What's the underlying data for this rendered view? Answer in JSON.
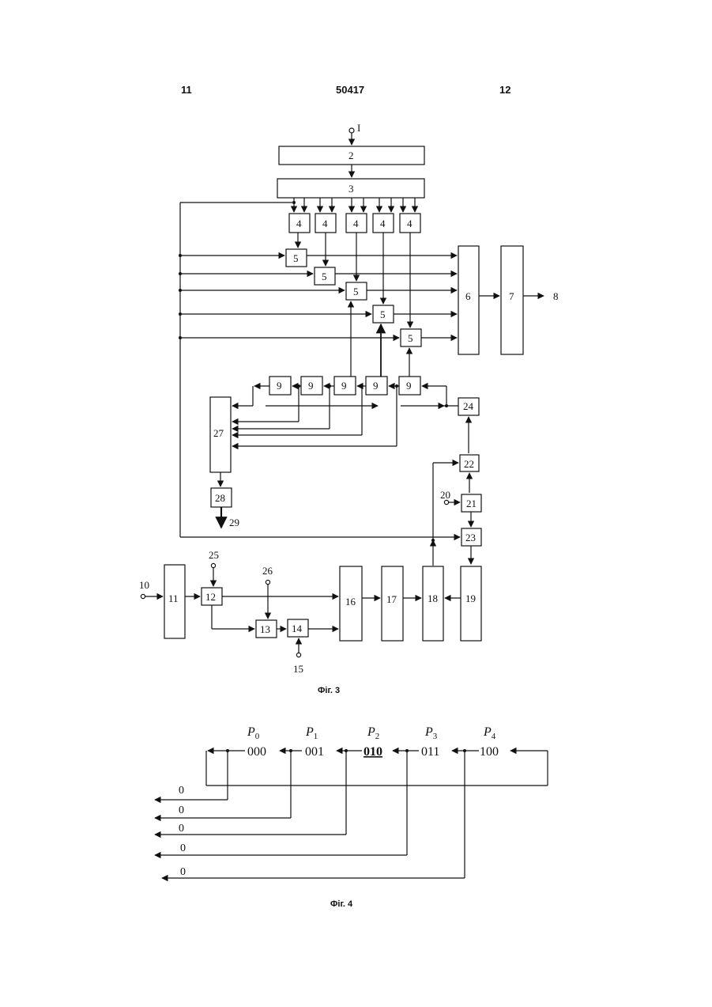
{
  "header": {
    "left": "11",
    "center": "50417",
    "right": "12"
  },
  "fig3": {
    "caption": "Фіг. 3",
    "terminals": {
      "in1": "I",
      "out8": "8",
      "in10": "10",
      "in15": "15",
      "in20": "20",
      "in25": "25",
      "in26": "26",
      "out29": "29"
    },
    "blocks": {
      "b2": "2",
      "b3": "3",
      "b4": "4",
      "b5": "5",
      "b6": "6",
      "b7": "7",
      "b9": "9",
      "b11": "11",
      "b12": "12",
      "b13": "13",
      "b14": "14",
      "b16": "16",
      "b17": "17",
      "b18": "18",
      "b19": "19",
      "b21": "21",
      "b22": "22",
      "b23": "23",
      "b24": "24",
      "b27": "27",
      "b28": "28"
    }
  },
  "fig4": {
    "caption": "Фіг. 4",
    "states": [
      {
        "name": "P",
        "sub": "0",
        "code": "000"
      },
      {
        "name": "P",
        "sub": "1",
        "code": "001"
      },
      {
        "name": "P",
        "sub": "2",
        "code": "010"
      },
      {
        "name": "P",
        "sub": "3",
        "code": "011"
      },
      {
        "name": "P",
        "sub": "4",
        "code": "100"
      }
    ],
    "outputs": [
      "0",
      "0",
      "0",
      "0",
      "0"
    ]
  }
}
